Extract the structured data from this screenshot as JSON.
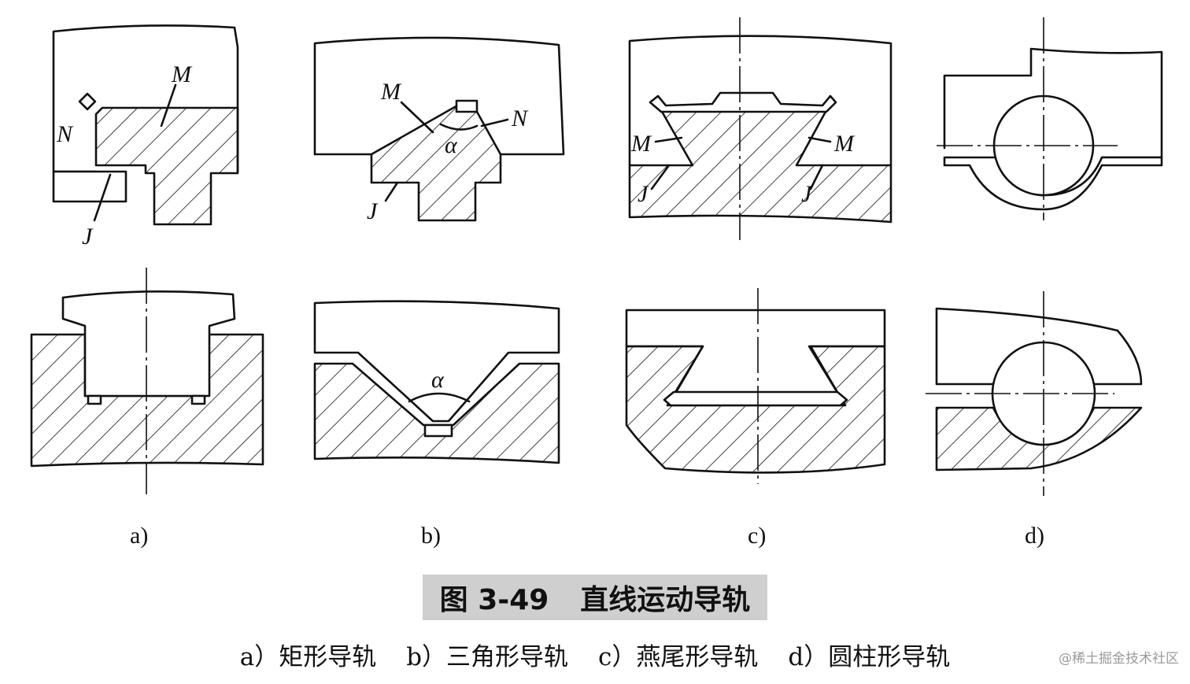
{
  "figure": {
    "number": "图 3-49",
    "title": "直线运动导轨",
    "panel_labels": [
      "a)",
      "b)",
      "c)",
      "d)"
    ],
    "subcaptions": [
      "a）矩形导轨",
      "b）三角形导轨",
      "c）燕尾形导轨",
      "d）圆柱形导轨"
    ],
    "markers": {
      "M": "M",
      "N": "N",
      "J": "J",
      "alpha": "α"
    }
  },
  "watermark": "@稀土掘金技术社区"
}
